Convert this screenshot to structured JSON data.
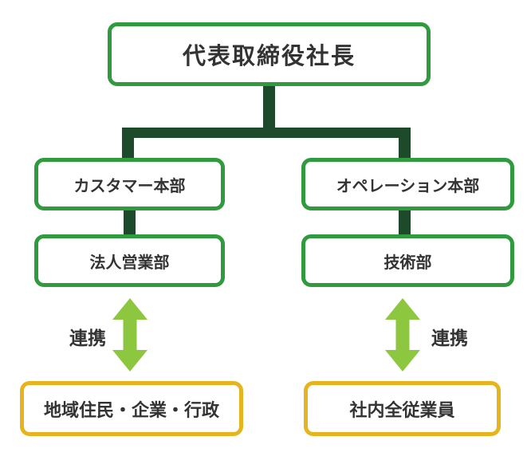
{
  "colors": {
    "background": "#ffffff",
    "text": "#333333",
    "box-border-green": "#2f9a3e",
    "connector-dark-green": "#1c4a2b",
    "arrow-green": "#8dc63f",
    "box-border-yellow": "#e6b41e"
  },
  "org_chart": {
    "root": {
      "label": "代表取締役社長"
    },
    "divisions": [
      {
        "label": "カスタマー本部",
        "department": "法人営業部",
        "link_label": "連携",
        "partner": "地域住民・企業・行政"
      },
      {
        "label": "オペレーション本部",
        "department": "技術部",
        "link_label": "連携",
        "partner": "社内全従業員"
      }
    ]
  }
}
